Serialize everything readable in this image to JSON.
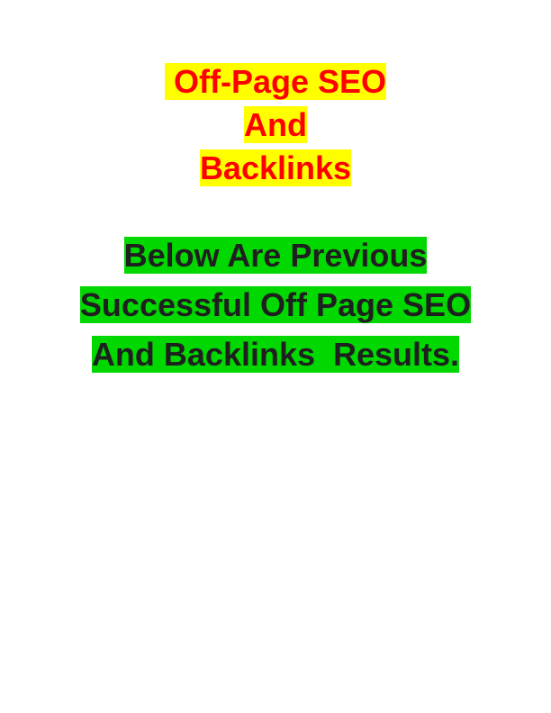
{
  "page": {
    "background_color": "#ffffff"
  },
  "title_block": {
    "highlight_color": "#ffff00",
    "text_color": "#ff0000",
    "lines": [
      " Off-Page SEO",
      "And",
      "Backlinks"
    ]
  },
  "subtitle_block": {
    "highlight_color": "#00d800",
    "text_color": "#1f1f1f",
    "lines": [
      "Below Are Previous",
      "Successful Off Page SEO",
      "And Backlinks  Results."
    ]
  }
}
